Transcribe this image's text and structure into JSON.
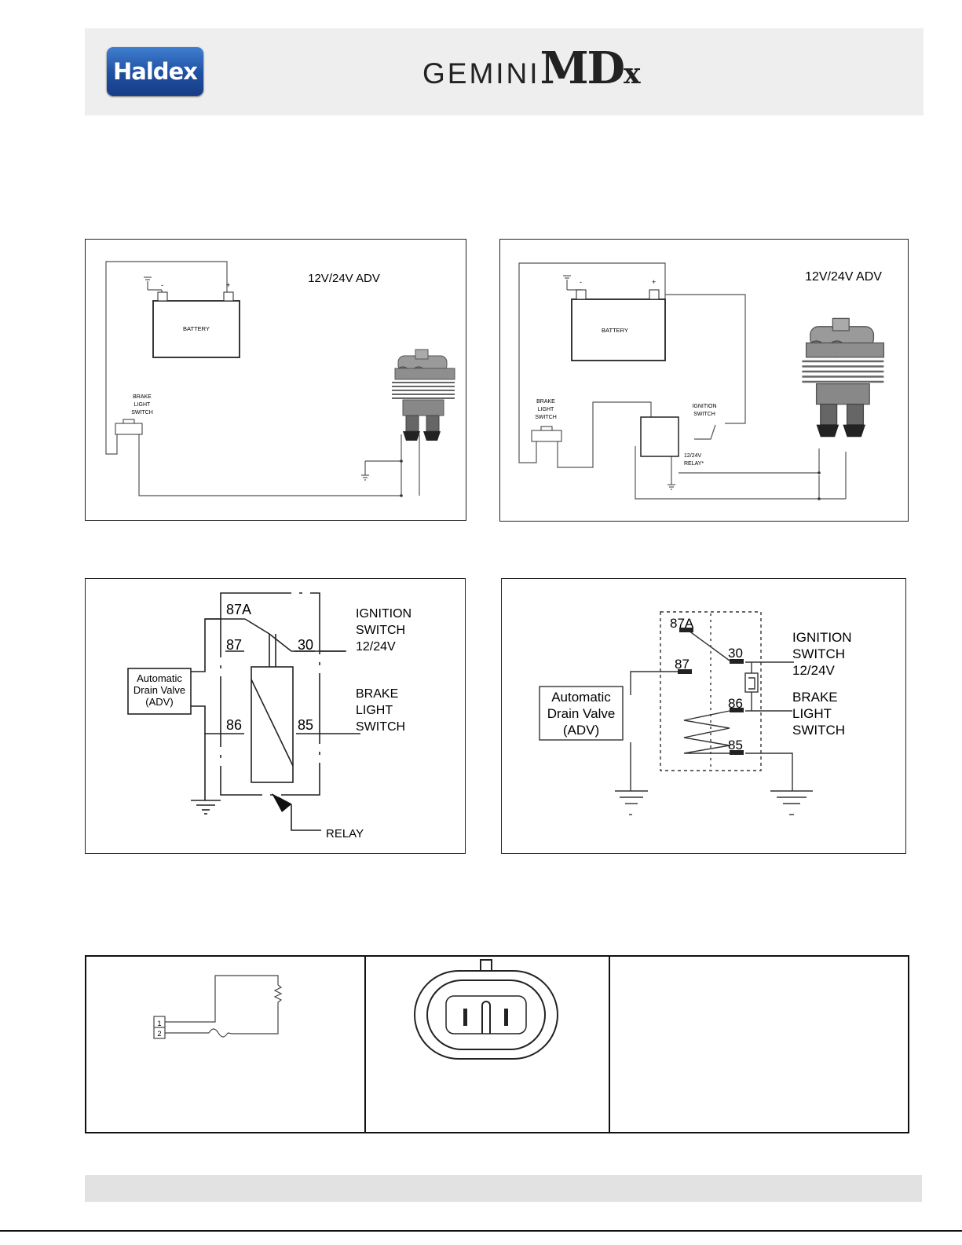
{
  "header": {
    "logo_text": "Haldex",
    "brand_part1": "GEMINI",
    "brand_part2": "MD",
    "brand_part3": "x"
  },
  "diagram1": {
    "title": "12V/24V ADV",
    "battery": "BATTERY",
    "minus": "-",
    "plus": "+",
    "switch_l1": "BRAKE",
    "switch_l2": "LIGHT",
    "switch_l3": "SWITCH"
  },
  "diagram2": {
    "title": "12V/24V ADV",
    "battery": "BATTERY",
    "minus": "-",
    "plus": "+",
    "switch_l1": "BRAKE",
    "switch_l2": "LIGHT",
    "switch_l3": "SWITCH",
    "ign_l1": "IGNITION",
    "ign_l2": "SWITCH",
    "relay_l1": "12/24V",
    "relay_l2": "RELAY*"
  },
  "diagram3": {
    "pin_87a": "87A",
    "pin_87": "87",
    "pin_30": "30",
    "pin_86": "86",
    "pin_85": "85",
    "ign_l1": "IGNITION",
    "ign_l2": "SWITCH",
    "ign_l3": "12/24V",
    "brake_l1": "BRAKE",
    "brake_l2": "LIGHT",
    "brake_l3": "SWITCH",
    "adv_l1": "Automatic",
    "adv_l2": "Drain Valve",
    "adv_l3": "(ADV)",
    "relay": "RELAY"
  },
  "diagram4": {
    "pin_87a": "87A",
    "pin_87": "87",
    "pin_30": "30",
    "pin_86": "86",
    "pin_85": "85",
    "ign_l1": "IGNITION",
    "ign_l2": "SWITCH",
    "ign_l3": "12/24V",
    "brake_l1": "BRAKE",
    "brake_l2": "LIGHT",
    "brake_l3": "SWITCH",
    "adv_l1": "Automatic",
    "adv_l2": "Drain Valve",
    "adv_l3": "(ADV)"
  },
  "schematic": {
    "pin1": "1",
    "pin2": "2"
  }
}
